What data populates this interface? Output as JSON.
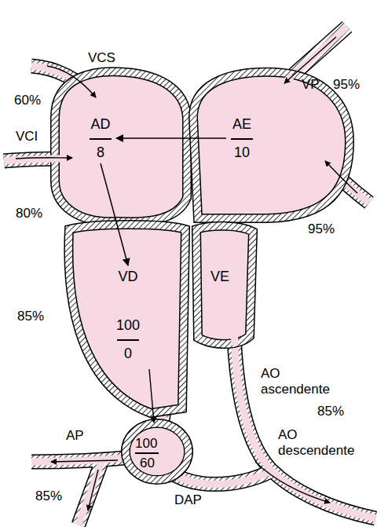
{
  "diagram": {
    "nodes": [
      {
        "text": [
          "AD",
          "8"
        ]
      },
      {
        "text": [
          "AE",
          "10"
        ]
      },
      {
        "text": [
          "VD",
          "100",
          "0"
        ]
      },
      {
        "text": [
          "VE"
        ]
      }
    ],
    "edges": [
      {
        "from": 1,
        "to": 0,
        "arrow": "to"
      },
      {
        "from": 0,
        "to": 2,
        "arrow": "to"
      }
    ],
    "labels": [
      "VCS",
      "VP",
      "95%",
      "60%",
      "VCI",
      "80%",
      "95%",
      "85%",
      "AO ascendente",
      "85%",
      "AO descendente",
      "AP",
      "100",
      "60",
      "85%",
      "DAP"
    ]
  }
}
